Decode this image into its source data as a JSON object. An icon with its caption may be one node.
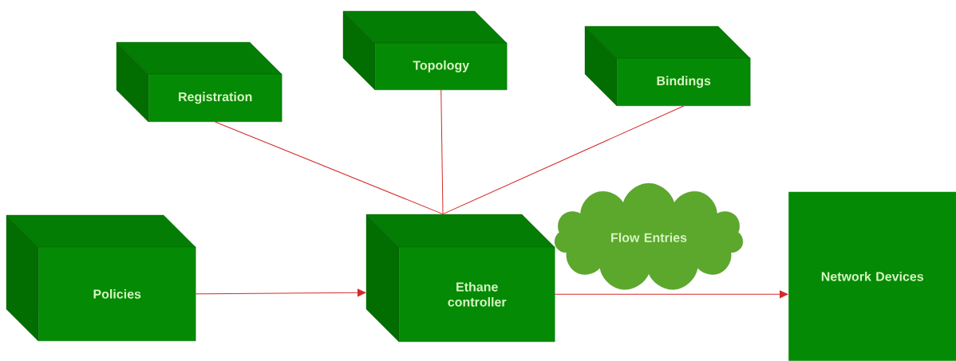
{
  "diagram": {
    "nodes": [
      {
        "text": [
          "Registration"
        ]
      },
      {
        "text": [
          "Topology"
        ]
      },
      {
        "text": [
          "Bindings"
        ]
      },
      {
        "text": [
          "Policies"
        ]
      },
      {
        "text": [
          "Ethane controller"
        ]
      },
      {
        "text": [
          "Flow Entries"
        ]
      },
      {
        "text": [
          "Network Devices"
        ]
      }
    ],
    "edges": [
      {
        "from": 0,
        "to": 4,
        "arrow": "none"
      },
      {
        "from": 1,
        "to": 4,
        "arrow": "none"
      },
      {
        "from": 2,
        "to": 4,
        "arrow": "none"
      },
      {
        "from": 3,
        "to": 4,
        "arrow": "to"
      },
      {
        "from": 4,
        "to": 6,
        "arrow": "to"
      }
    ]
  }
}
